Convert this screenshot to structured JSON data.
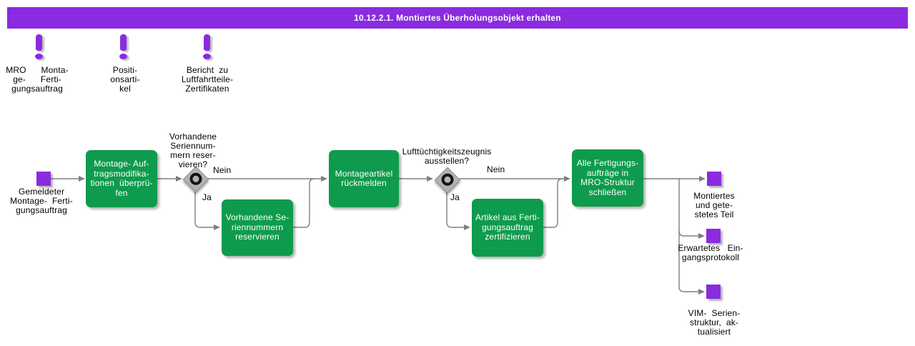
{
  "title": "10.12.2.1. Montiertes Überholungsobjekt erhalten",
  "colors": {
    "purple": "#8A2BE0",
    "green": "#0E9B4D",
    "line": "#7F7F7F",
    "diamond": "#B2B2B2"
  },
  "inputs": {
    "items": [
      {
        "icon": "exclamation-icon",
        "label": "MRO      Monta-\nge-      Ferti-\ngungsauftrag"
      },
      {
        "icon": "exclamation-icon",
        "label": "Positi-\nonsarti-\nkel"
      },
      {
        "icon": "exclamation-icon",
        "label": "Bericht  zu\nLuftfahrtteile-\nZertifikaten"
      }
    ]
  },
  "events": {
    "start": {
      "label": "Gemeldeter\nMontage-  Ferti-\ngungsauftrag"
    },
    "outputs": [
      {
        "label": "Montiertes\nund gete-\nstetes Teil"
      },
      {
        "label": "Erwartetes   Ein-\ngangsprotokoll"
      },
      {
        "label": "VIM-  Serien-\nstruktur,  ak-\ntualisiert"
      }
    ]
  },
  "tasks": [
    {
      "label": "Montage- Auf-\ntragsmodifika-\ntionen  überprü-\nfen"
    },
    {
      "label": "Vorhandene Se-\nriennummern\nreservieren"
    },
    {
      "label": "Montageartikel\nrückmelden"
    },
    {
      "label": "Artikel aus Ferti-\ngungsauftrag\nzertifizieren"
    },
    {
      "label": "Alle Fertigungs-\naufträge in\nMRO-Struktur\nschließen"
    }
  ],
  "gateways": [
    {
      "question": "Vorhandene\nSeriennum-\nmern reser-\nvieren?",
      "no": "Nein",
      "yes": "Ja"
    },
    {
      "question": "Lufttüchtigkeitszeugnis\nausstellen?",
      "no": "Nein",
      "yes": "Ja"
    }
  ]
}
